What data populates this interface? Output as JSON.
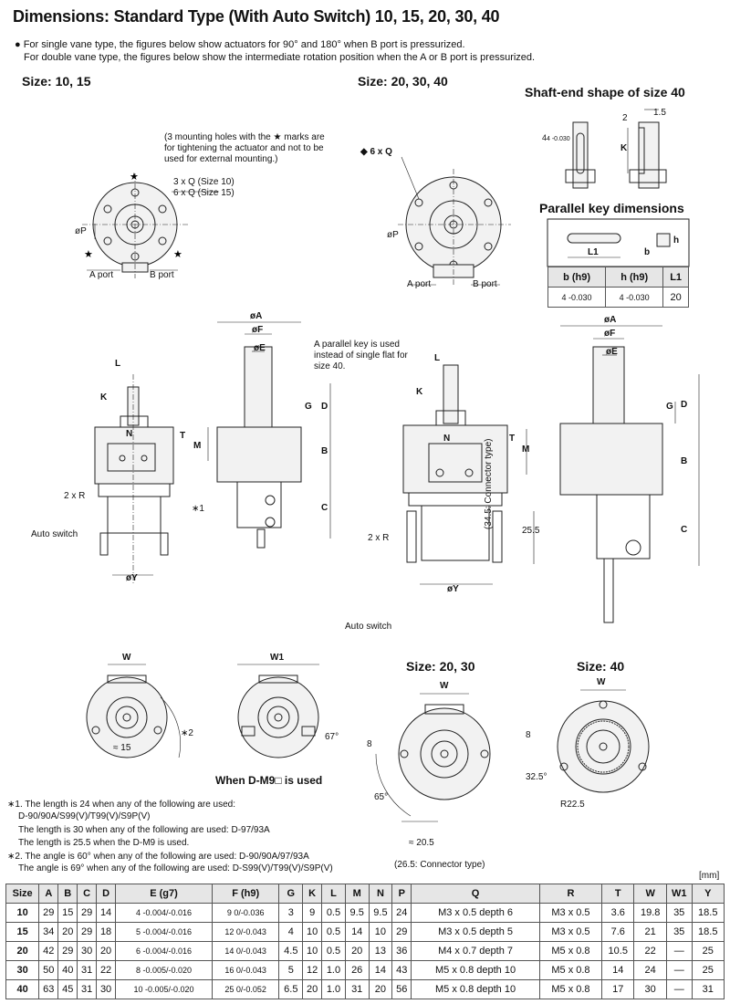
{
  "title": "Dimensions: Standard Type (With Auto Switch) 10, 15, 20, 30, 40",
  "notes": [
    "● For single vane type, the figures below show actuators for 90° and 180° when B port is pressurized.",
    "For double vane type, the figures below show the intermediate rotation position when the A or B port is pressurized."
  ],
  "sizes": {
    "size_10_15": "Size: 10, 15",
    "size_20_30_40": "Size: 20, 30, 40",
    "shaft_end": "Shaft-end shape of size 40",
    "parallel_key": "Parallel key dimensions",
    "size_20_30": "Size: 20, 30",
    "size_40": "Size: 40"
  },
  "callouts": {
    "mounting_holes": "(3 mounting holes with the ★ marks are for tightening the actuator and not to be used for external mounting.)",
    "q_size10": "3 x Q (Size 10)",
    "q_size15": "6 x Q (Size 15)",
    "q6": "◆ 6 x Q",
    "a_port": "A port",
    "b_port": "B port",
    "parallel_key_note": "A parallel key is used instead of single flat for size 40.",
    "two_r": "2 x R",
    "auto_switch": "Auto switch",
    "connector_type": "(34.5: Connector type)",
    "connector_type_2": "(26.5: Connector type)",
    "when_dm9": "When D-M9□ is used",
    "dim_25_5": "25.5",
    "dim_20_5": "≈ 20.5",
    "dim_15": "≈ 15",
    "dim_67": "67°",
    "dim_65": "65°",
    "dim_32_5": "32.5°",
    "dim_r22_5": "R22.5",
    "dim_8": "8",
    "dim_2": "2",
    "dim_1_5": "1.5",
    "dim_4": "4 -0.030"
  },
  "labels": {
    "phiA": "øA",
    "phiF": "øF",
    "phiE": "øE",
    "phiY": "øY",
    "phiP": "øP",
    "L": "L",
    "K": "K",
    "N": "N",
    "T": "T",
    "M": "M",
    "G": "G",
    "D": "D",
    "B": "B",
    "C": "C",
    "W": "W",
    "W1": "W1",
    "star1": "∗1",
    "star2": "∗2",
    "L1": "L1",
    "b": "b",
    "h": "h"
  },
  "key_table": {
    "headers": [
      "b (h9)",
      "h (h9)",
      "L1"
    ],
    "row": [
      "4 -0.030",
      "4 -0.030",
      "20"
    ]
  },
  "footnotes": [
    "∗1. The length is 24 when any of the following are used:",
    "D-90/90A/S99(V)/T99(V)/S9P(V)",
    "The length is 30 when any of the following are used: D-97/93A",
    "The length is 25.5 when the D-M9 is used.",
    "∗2. The angle is 60° when any of the following are used: D-90/90A/97/93A",
    "The angle is 69° when any of the following are used: D-S99(V)/T99(V)/S9P(V)"
  ],
  "unit": "[mm]",
  "table": {
    "headers": [
      "Size",
      "A",
      "B",
      "C",
      "D",
      "E (g7)",
      "F (h9)",
      "G",
      "K",
      "L",
      "M",
      "N",
      "P",
      "Q",
      "R",
      "T",
      "W",
      "W1",
      "Y"
    ],
    "rows": [
      [
        "10",
        "29",
        "15",
        "29",
        "14",
        "4 -0.004/-0.016",
        "9 0/-0.036",
        "3",
        "9",
        "0.5",
        "9.5",
        "9.5",
        "24",
        "M3 x 0.5 depth 6",
        "M3 x 0.5",
        "3.6",
        "19.8",
        "35",
        "18.5"
      ],
      [
        "15",
        "34",
        "20",
        "29",
        "18",
        "5 -0.004/-0.016",
        "12 0/-0.043",
        "4",
        "10",
        "0.5",
        "14",
        "10",
        "29",
        "M3 x 0.5 depth 5",
        "M3 x 0.5",
        "7.6",
        "21",
        "35",
        "18.5"
      ],
      [
        "20",
        "42",
        "29",
        "30",
        "20",
        "6 -0.004/-0.016",
        "14 0/-0.043",
        "4.5",
        "10",
        "0.5",
        "20",
        "13",
        "36",
        "M4 x 0.7 depth 7",
        "M5 x 0.8",
        "10.5",
        "22",
        "—",
        "25"
      ],
      [
        "30",
        "50",
        "40",
        "31",
        "22",
        "8 -0.005/-0.020",
        "16 0/-0.043",
        "5",
        "12",
        "1.0",
        "26",
        "14",
        "43",
        "M5 x 0.8 depth 10",
        "M5 x 0.8",
        "14",
        "24",
        "—",
        "25"
      ],
      [
        "40",
        "63",
        "45",
        "31",
        "30",
        "10 -0.005/-0.020",
        "25 0/-0.052",
        "6.5",
        "20",
        "1.0",
        "31",
        "20",
        "56",
        "M5 x 0.8 depth 10",
        "M5 x 0.8",
        "17",
        "30",
        "—",
        "31"
      ]
    ]
  }
}
